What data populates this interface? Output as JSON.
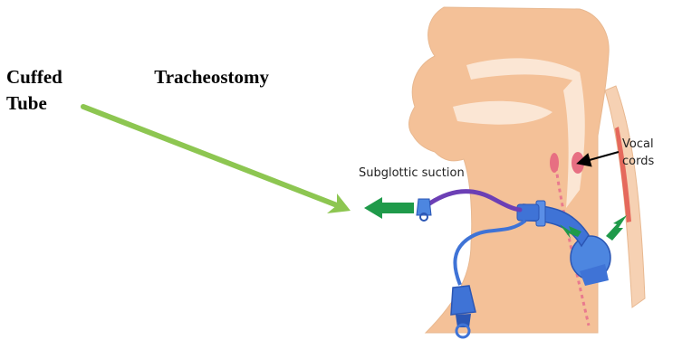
{
  "caption": {
    "word1": "Cuffed",
    "word2": "Tracheostomy",
    "word3": "Tube"
  },
  "labels": {
    "subglottic_suction": "Subglottic suction",
    "vocal_line1": "Vocal",
    "vocal_line2": "cords"
  },
  "colors": {
    "skin": "#f4c198",
    "skin_outline": "#e8b890",
    "tube_blue": "#3f73d6",
    "tube_blue_dark": "#2b56b4",
    "suction_line_purple": "#6c3fb5",
    "pointer_arrow_green": "#8dc651",
    "flow_arrow_green": "#1f9a4a",
    "vocal_pink": "#e76f82"
  }
}
